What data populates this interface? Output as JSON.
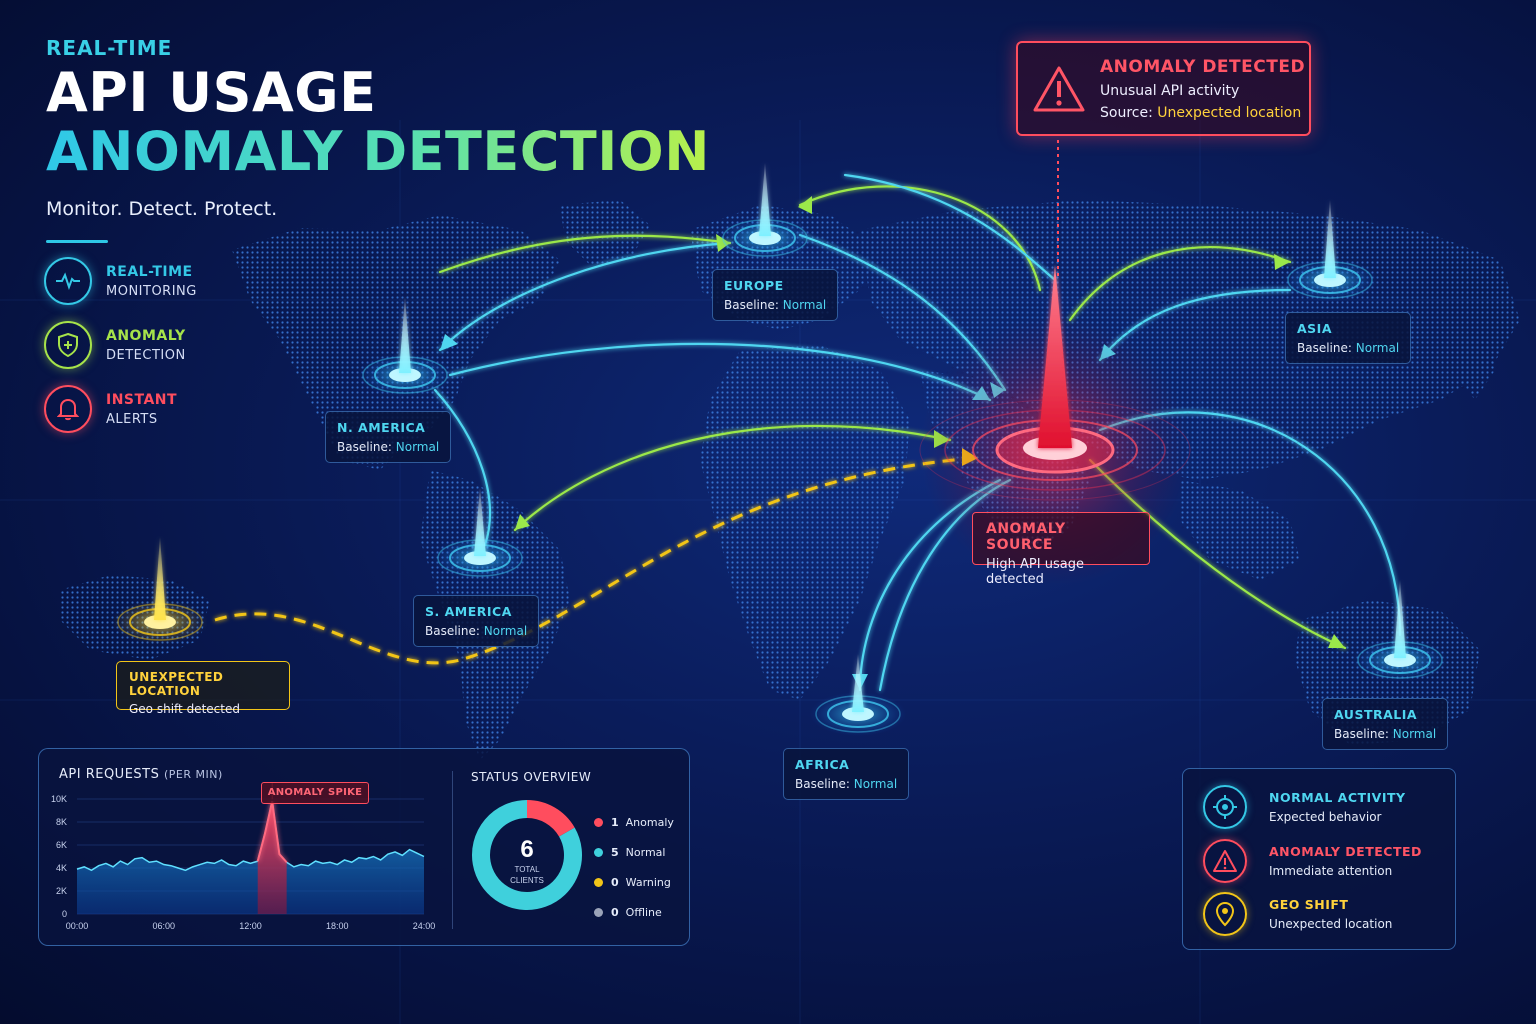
{
  "hero": {
    "eyebrow": "REAL-TIME",
    "title_line1": "API USAGE",
    "title_line2": "ANOMALY DETECTION",
    "tagline": "Monitor. Detect. Protect."
  },
  "features": [
    {
      "title": "REAL-TIME",
      "subtitle": "MONITORING",
      "icon": "pulse-icon",
      "color": "#34c8e6"
    },
    {
      "title": "ANOMALY",
      "subtitle": "DETECTION",
      "icon": "shield-icon",
      "color": "#a6e34a"
    },
    {
      "title": "INSTANT",
      "subtitle": "ALERTS",
      "icon": "bell-icon",
      "color": "#ff4d5e"
    }
  ],
  "alert": {
    "title": "ANOMALY DETECTED",
    "line1": "Unusual API activity",
    "line2_prefix": "Source: ",
    "line2_highlight": "Unexpected location"
  },
  "regions": [
    {
      "name": "EUROPE",
      "baseline_label": "Baseline:",
      "status": "Normal"
    },
    {
      "name": "ASIA",
      "baseline_label": "Baseline:",
      "status": "Normal"
    },
    {
      "name": "N. AMERICA",
      "baseline_label": "Baseline:",
      "status": "Normal"
    },
    {
      "name": "S. AMERICA",
      "baseline_label": "Baseline:",
      "status": "Normal"
    },
    {
      "name": "AFRICA",
      "baseline_label": "Baseline:",
      "status": "Normal"
    },
    {
      "name": "AUSTRALIA",
      "baseline_label": "Baseline:",
      "status": "Normal"
    }
  ],
  "anomaly_source": {
    "title": "ANOMALY SOURCE",
    "subtitle": "High API usage detected"
  },
  "geo_shift": {
    "title": "UNEXPECTED LOCATION",
    "subtitle": "Geo shift detected"
  },
  "requests_chart": {
    "title": "API REQUESTS",
    "unit": "(PER MIN)",
    "spike_label": "ANOMALY SPIKE"
  },
  "status_overview": {
    "title": "STATUS OVERVIEW",
    "total": "6",
    "total_label_line1": "TOTAL",
    "total_label_line2": "CLIENTS",
    "items": [
      {
        "count": "1",
        "label": "Anomaly",
        "color": "#ff4d5e"
      },
      {
        "count": "5",
        "label": "Normal",
        "color": "#3fd0dc"
      },
      {
        "count": "0",
        "label": "Warning",
        "color": "#f2c518"
      },
      {
        "count": "0",
        "label": "Offline",
        "color": "#9aa3b8"
      }
    ]
  },
  "key": [
    {
      "title": "NORMAL ACTIVITY",
      "subtitle": "Expected behavior",
      "color": "#34c8e6",
      "icon": "crosshair-icon"
    },
    {
      "title": "ANOMALY DETECTED",
      "subtitle": "Immediate attention",
      "color": "#ff4d5e",
      "icon": "warning-icon"
    },
    {
      "title": "GEO SHIFT",
      "subtitle": "Unexpected location",
      "color": "#f2c518",
      "icon": "location-pin-icon"
    }
  ],
  "chart_data": {
    "type": "area",
    "title": "API REQUESTS (PER MIN)",
    "x_ticks": [
      "00:00",
      "06:00",
      "12:00",
      "18:00",
      "24:00"
    ],
    "y_ticks": [
      "0",
      "2K",
      "4K",
      "6K",
      "8K",
      "10K"
    ],
    "ylim": [
      0,
      10000
    ],
    "xlim": [
      0,
      24
    ],
    "annotation": "ANOMALY SPIKE",
    "series": [
      {
        "x": [
          0,
          0.5,
          1,
          1.5,
          2,
          2.5,
          3,
          3.5,
          4,
          4.5,
          5,
          5.5,
          6,
          6.5,
          7,
          7.5,
          8,
          8.5,
          9,
          9.5,
          10,
          10.5,
          11,
          11.5,
          12,
          12.5,
          13,
          13.5,
          14,
          14.5,
          15,
          15.5,
          16,
          16.5,
          17,
          17.5,
          18,
          18.5,
          19,
          19.5,
          20,
          20.5,
          21,
          21.5,
          22,
          22.5,
          23,
          23.5,
          24
        ],
        "y": [
          3900,
          4100,
          3800,
          4200,
          4400,
          4100,
          4600,
          4300,
          4800,
          4900,
          4500,
          4600,
          4300,
          4200,
          4000,
          3800,
          4100,
          4300,
          4500,
          4400,
          4700,
          4300,
          4200,
          4600,
          4400,
          4600,
          7000,
          9800,
          5200,
          4500,
          4100,
          4300,
          4200,
          4600,
          4400,
          4500,
          4300,
          4700,
          4500,
          4900,
          4800,
          5000,
          4700,
          5200,
          5400,
          5100,
          5600,
          5300,
          5000
        ]
      }
    ]
  }
}
